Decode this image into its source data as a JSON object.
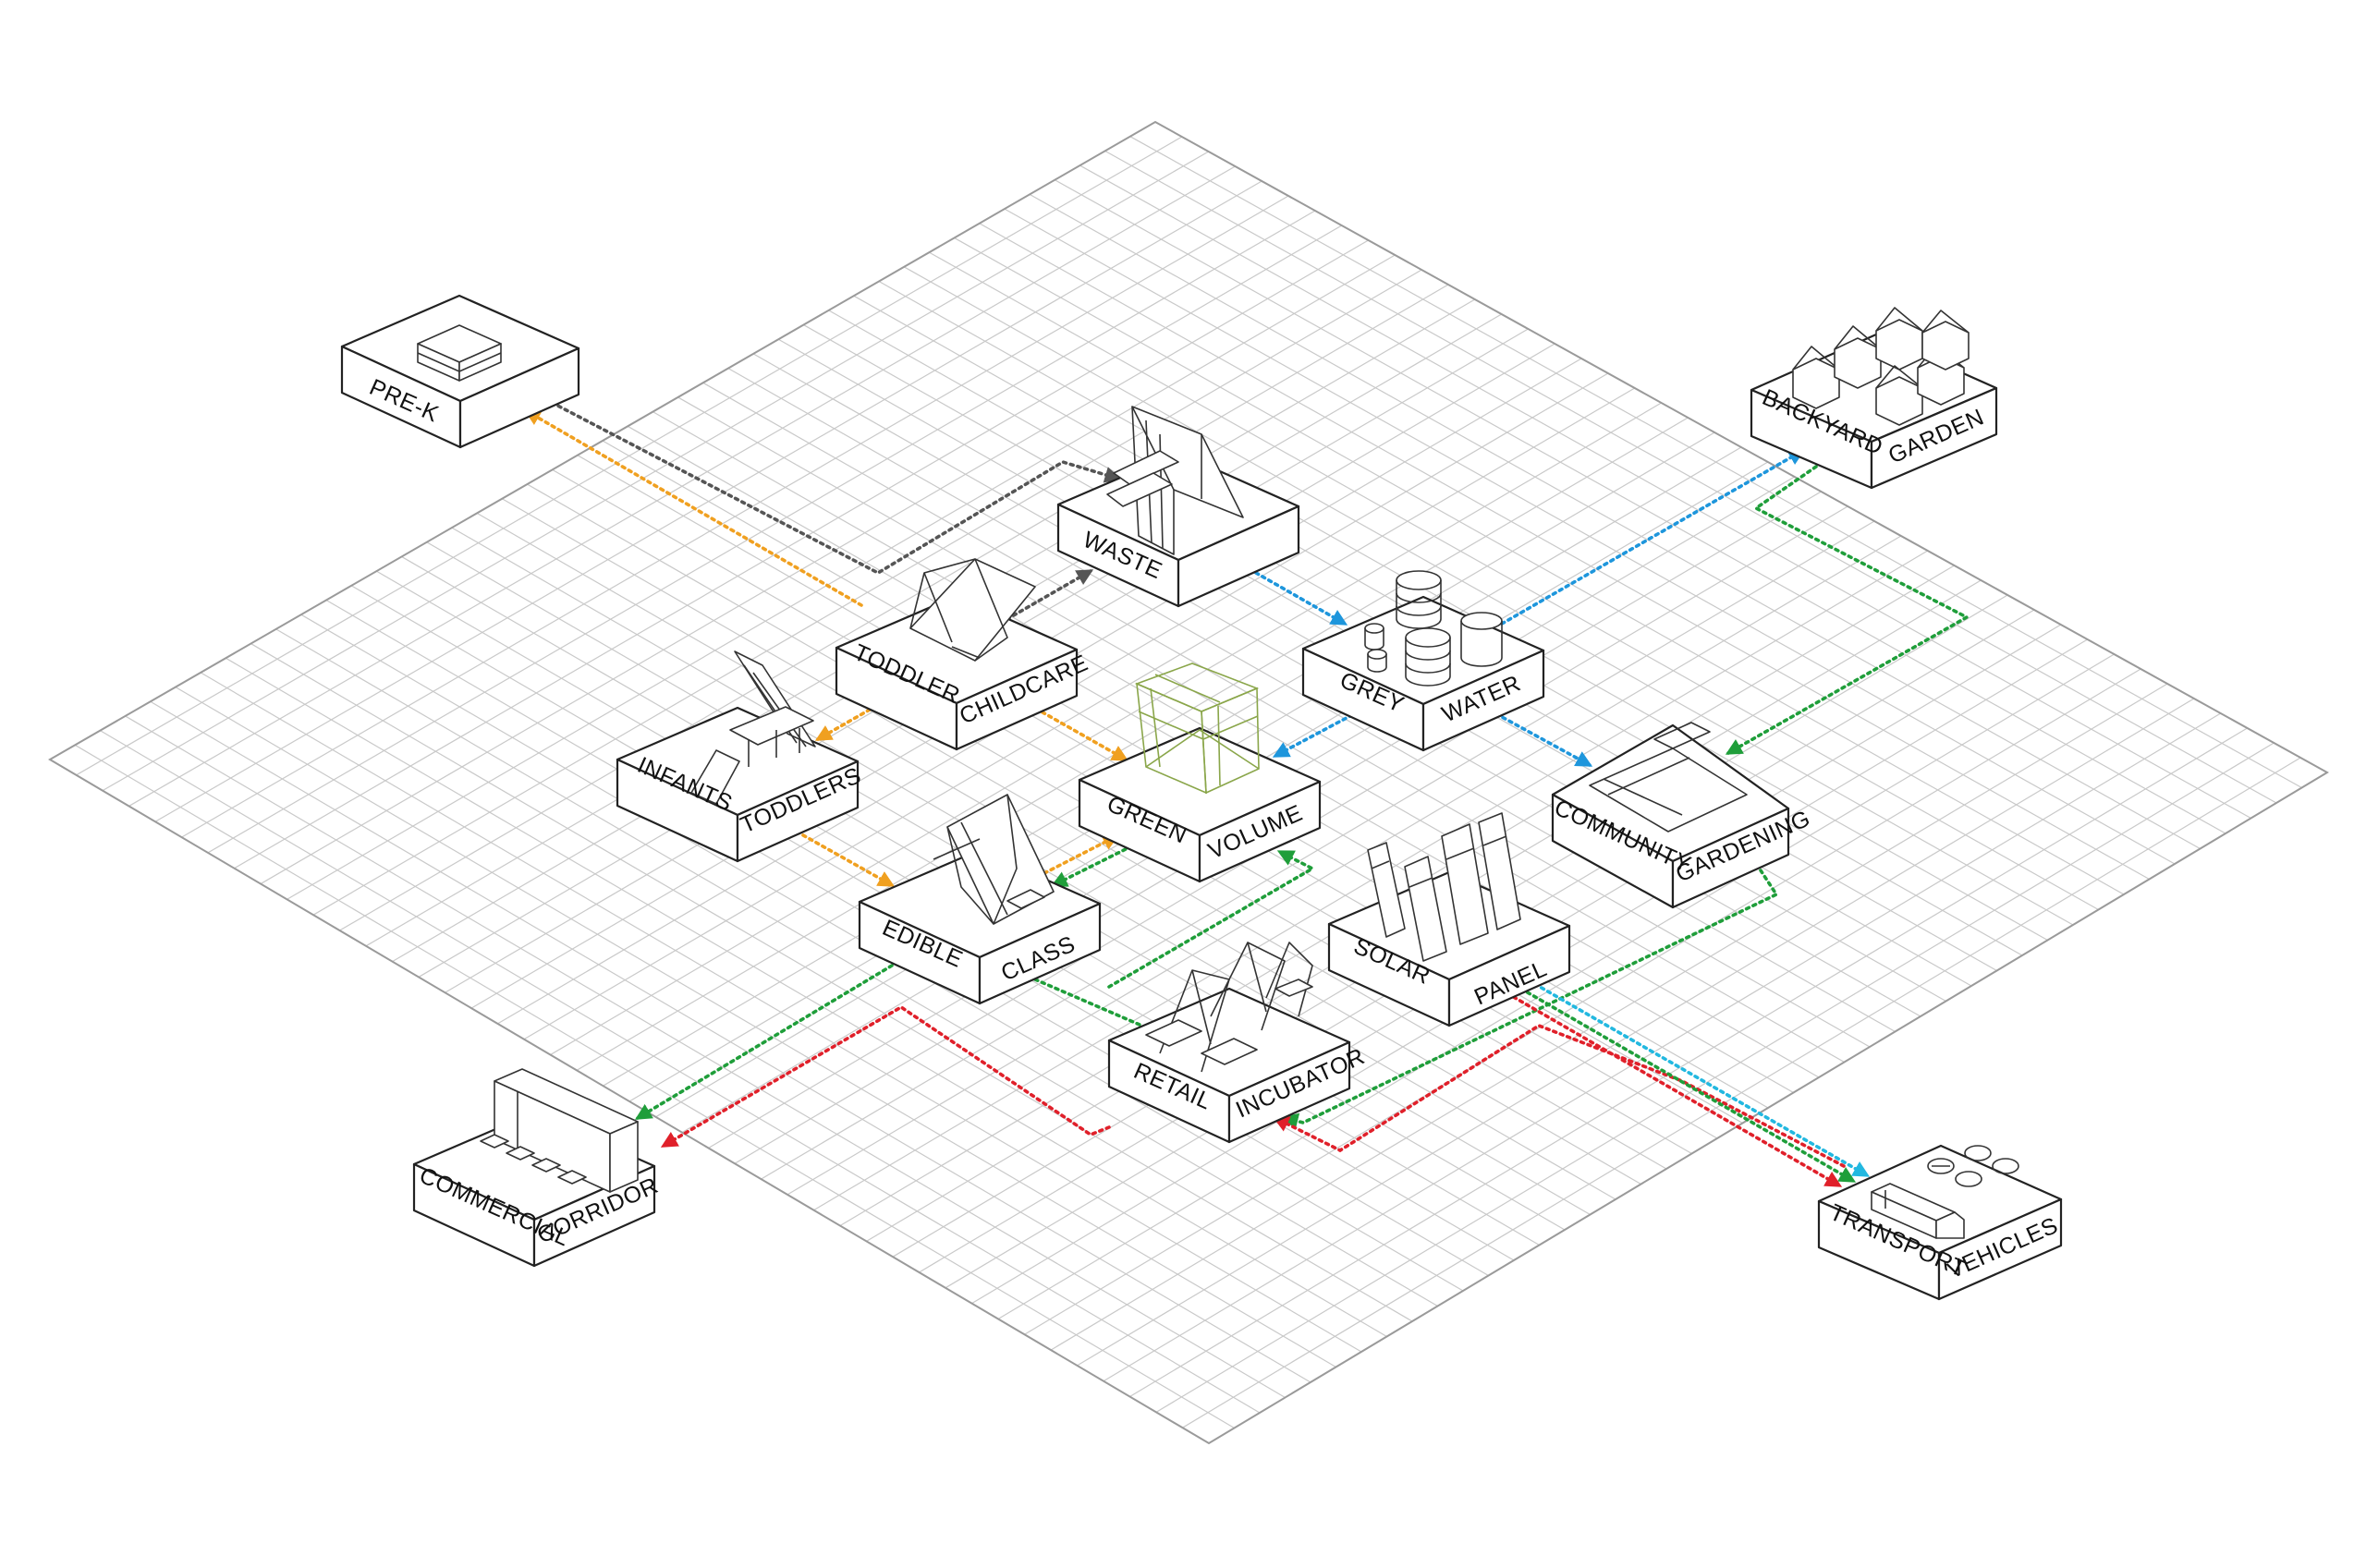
{
  "colors": {
    "orange": "#f0a020",
    "grey": "#555555",
    "blue": "#1e96dc",
    "green": "#1f9e3a",
    "red": "#e0202a",
    "cyan": "#22b8e0",
    "grid": "#c9c9c9",
    "vegetation": "#8aa64a"
  },
  "nodes": [
    {
      "id": "prek",
      "left_label": "PRE-K",
      "right_label": "",
      "icon": "building-block-icon"
    },
    {
      "id": "waste",
      "left_label": "WASTE",
      "right_label": "",
      "icon": "sorting-shed-icon"
    },
    {
      "id": "toddler-childcare",
      "left_label": "TODDLER",
      "right_label": "CHILDCARE",
      "icon": "a-frame-house-icon"
    },
    {
      "id": "infants-toddlers",
      "left_label": "INFANTS",
      "right_label": "TODDLERS",
      "icon": "classroom-furniture-icon"
    },
    {
      "id": "grey-water",
      "left_label": "GREY",
      "right_label": "WATER",
      "icon": "water-tanks-icon"
    },
    {
      "id": "green-volume",
      "left_label": "GREEN",
      "right_label": "VOLUME",
      "icon": "green-lattice-icon"
    },
    {
      "id": "edible-class",
      "left_label": "EDIBLE",
      "right_label": "CLASS",
      "icon": "greenhouse-class-icon"
    },
    {
      "id": "community-gardening",
      "left_label": "COMMUNITY",
      "right_label": "GARDENING",
      "icon": "garden-beds-icon"
    },
    {
      "id": "solar-panel",
      "left_label": "SOLAR",
      "right_label": "PANEL",
      "icon": "solar-panels-icon"
    },
    {
      "id": "retail-incubator",
      "left_label": "RETAIL",
      "right_label": "INCUBATOR",
      "icon": "market-frames-icon"
    },
    {
      "id": "backyard-garden",
      "left_label": "BACKYARD",
      "right_label": "GARDEN",
      "icon": "houses-icon"
    },
    {
      "id": "commercial-corridor",
      "left_label": "COMMERCIAL",
      "right_label": "CORRIDOR",
      "icon": "storefront-icon"
    },
    {
      "id": "transport-vehicles",
      "left_label": "TRANSPORT",
      "right_label": "VEHICLES",
      "icon": "truck-and-cars-icon"
    }
  ],
  "connections": [
    {
      "from": "toddler-childcare",
      "to": "prek",
      "color": "orange"
    },
    {
      "from": "prek",
      "to": "waste",
      "color": "grey"
    },
    {
      "from": "toddler-childcare",
      "to": "waste",
      "color": "grey"
    },
    {
      "from": "waste",
      "to": "grey-water",
      "color": "blue"
    },
    {
      "from": "grey-water",
      "to": "backyard-garden",
      "color": "blue"
    },
    {
      "from": "grey-water",
      "to": "green-volume",
      "color": "blue"
    },
    {
      "from": "grey-water",
      "to": "community-gardening",
      "color": "blue"
    },
    {
      "from": "backyard-garden",
      "to": "community-gardening",
      "color": "green"
    },
    {
      "from": "toddler-childcare",
      "to": "infants-toddlers",
      "color": "orange"
    },
    {
      "from": "toddler-childcare",
      "to": "green-volume",
      "color": "orange"
    },
    {
      "from": "infants-toddlers",
      "to": "edible-class",
      "color": "orange"
    },
    {
      "from": "edible-class",
      "to": "green-volume",
      "color": "orange"
    },
    {
      "from": "green-volume",
      "to": "edible-class",
      "color": "green"
    },
    {
      "from": "edible-class",
      "to": "retail-incubator",
      "color": "green"
    },
    {
      "from": "edible-class",
      "to": "commercial-corridor",
      "color": "green"
    },
    {
      "from": "retail-incubator",
      "to": "green-volume",
      "color": "green"
    },
    {
      "from": "community-gardening",
      "to": "retail-incubator",
      "color": "green"
    },
    {
      "from": "retail-incubator",
      "to": "commercial-corridor",
      "color": "red"
    },
    {
      "from": "transport-vehicles",
      "to": "retail-incubator",
      "color": "red"
    },
    {
      "from": "solar-panel",
      "to": "transport-vehicles",
      "color": "cyan"
    },
    {
      "from": "solar-panel",
      "to": "transport-vehicles",
      "color": "green"
    },
    {
      "from": "solar-panel",
      "to": "transport-vehicles",
      "color": "red"
    }
  ]
}
